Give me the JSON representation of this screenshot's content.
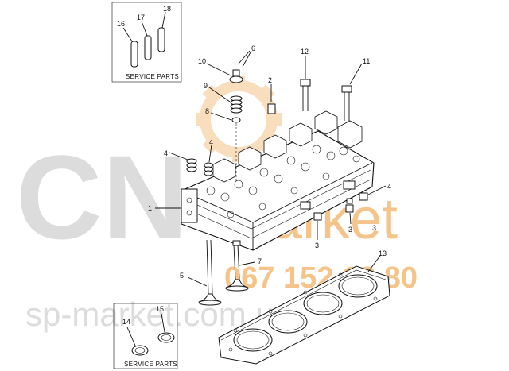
{
  "watermark": {
    "brand_main": "CN",
    "brand_sub": "market",
    "phone": "067 152 18 80",
    "site": "sp-market.com.ua",
    "color_grey": "#d8d8d8",
    "color_orange": "#f5c48a"
  },
  "service_boxes": [
    {
      "caption": "SERVICE PARTS"
    },
    {
      "caption": "SERVICE PARTS"
    }
  ],
  "callouts": {
    "c1": "1",
    "c2": "2",
    "c3a": "3",
    "c3b": "3",
    "c3c": "3",
    "c4a": "4",
    "c4b": "4",
    "c4c": "4",
    "c5": "5",
    "c6": "6",
    "c7": "7",
    "c8": "8",
    "c9": "9",
    "c10": "10",
    "c11": "11",
    "c12": "12",
    "c13": "13",
    "c14": "14",
    "c15": "15",
    "c16": "16",
    "c17": "17",
    "c18": "18"
  }
}
